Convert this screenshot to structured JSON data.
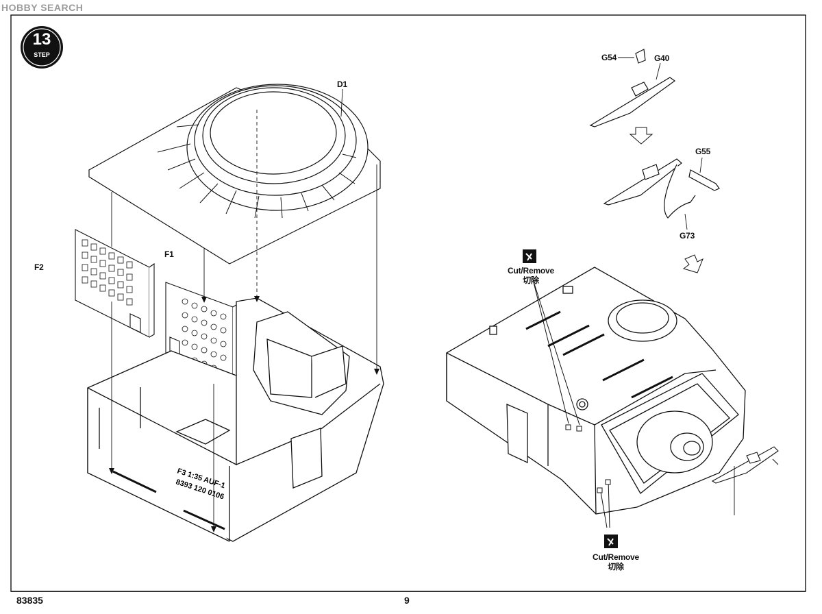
{
  "watermark": "HOBBY SEARCH",
  "step": {
    "number": "13",
    "word": "STEP"
  },
  "parts": {
    "d1": "D1",
    "f1": "F1",
    "f2": "F2",
    "g54": "G54",
    "g40": "G40",
    "g55": "G55",
    "g73": "G73"
  },
  "hull_marking": [
    "F3  1:35 AUF-1",
    "8393 120 0106"
  ],
  "cut_labels": {
    "top": {
      "en": "Cut/Remove",
      "zh": "切除"
    },
    "bottom": {
      "en": "Cut/Remove",
      "zh": "切除"
    }
  },
  "footer": {
    "code": "83835",
    "page": "9"
  }
}
